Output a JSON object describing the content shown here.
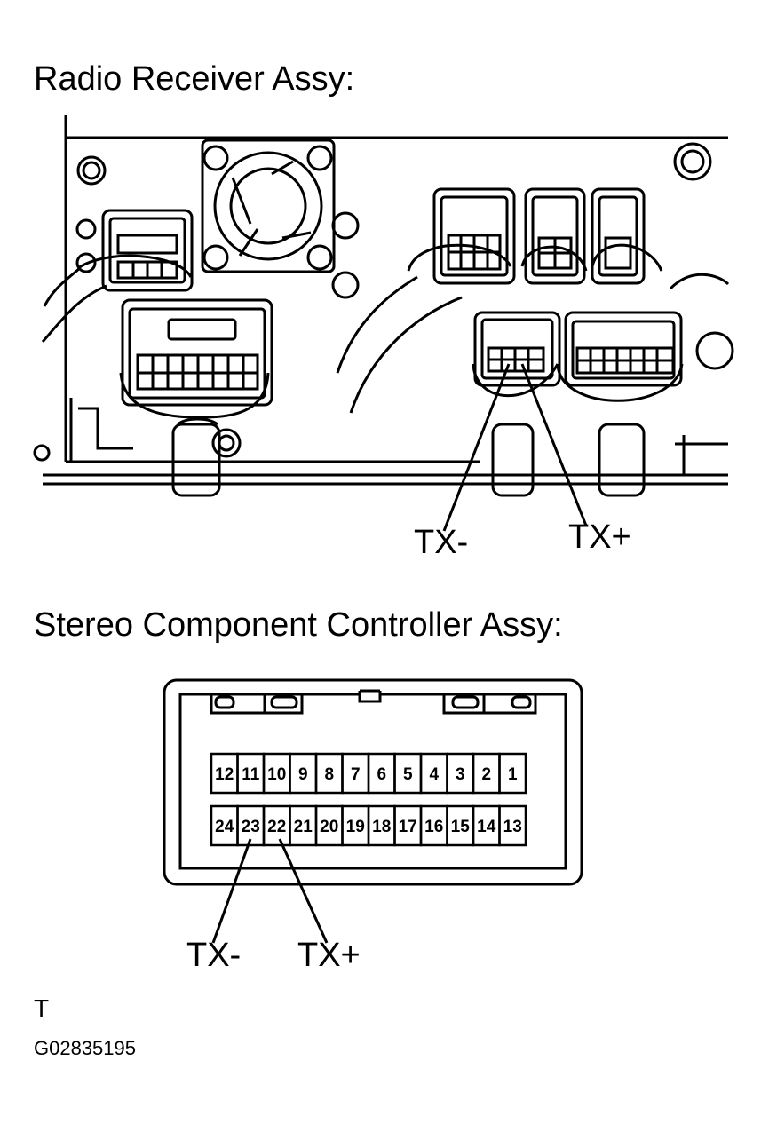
{
  "headings": {
    "radio_receiver": "Radio Receiver Assy:",
    "stereo_controller": "Stereo Component Controller Assy:"
  },
  "callouts": {
    "radio_tx_minus": "TX-",
    "radio_tx_plus": "TX+",
    "controller_tx_minus": "TX-",
    "controller_tx_plus": "TX+"
  },
  "connector_pins": {
    "top_row": [
      "12",
      "11",
      "10",
      "9",
      "8",
      "7",
      "6",
      "5",
      "4",
      "3",
      "2",
      "1"
    ],
    "bottom_row": [
      "24",
      "23",
      "22",
      "21",
      "20",
      "19",
      "18",
      "17",
      "16",
      "15",
      "14",
      "13"
    ]
  },
  "footer": {
    "code": "T",
    "figure_id": "G02835195"
  }
}
